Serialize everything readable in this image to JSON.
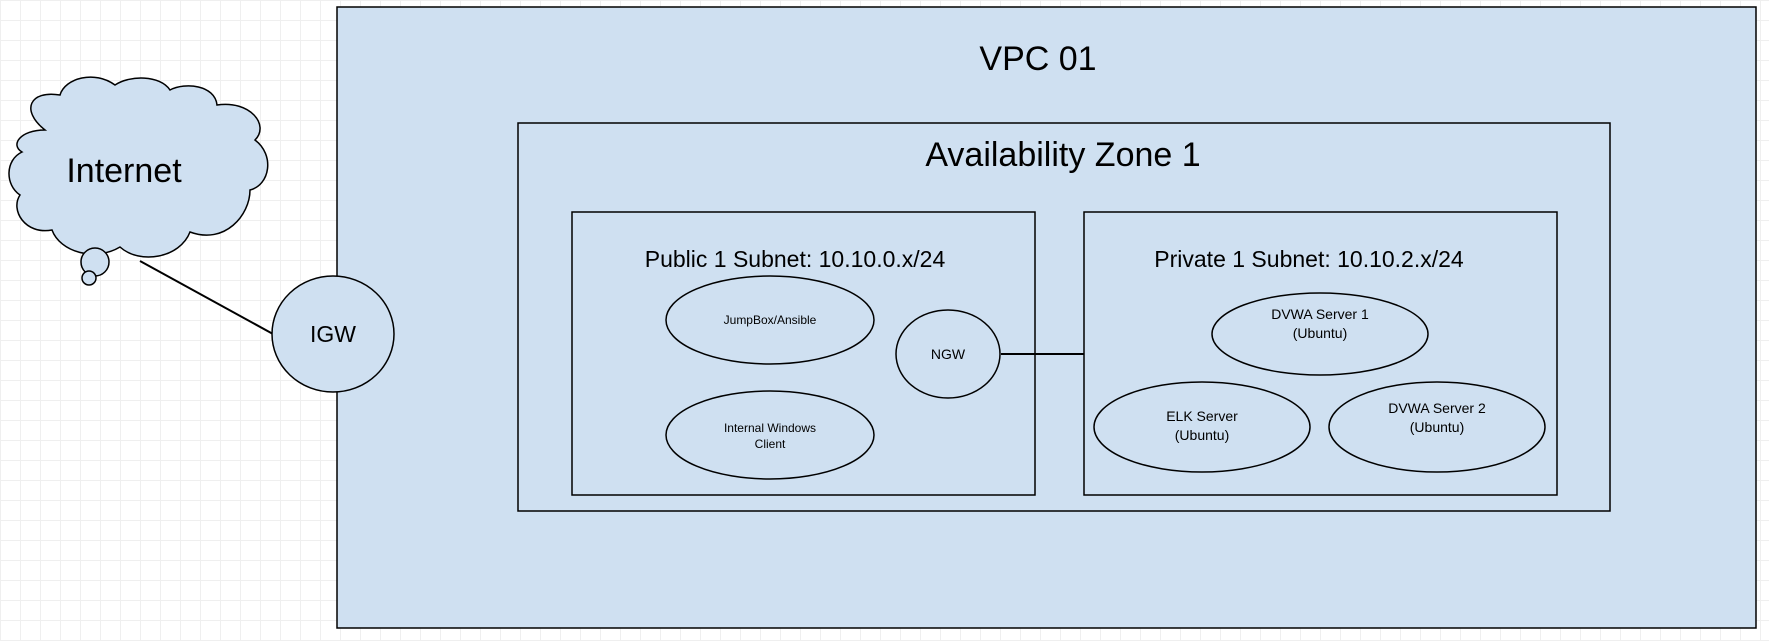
{
  "diagram": {
    "vpc": {
      "label": "VPC 01"
    },
    "availability_zone": {
      "label": "Availability Zone 1"
    },
    "public_subnet": {
      "label": "Public 1 Subnet: 10.10.0.x/24",
      "nodes": {
        "jumpbox": {
          "label": "JumpBox/Ansible"
        },
        "windows_client": {
          "line1": "Internal Windows",
          "line2": "Client"
        },
        "ngw": {
          "label": "NGW"
        }
      }
    },
    "private_subnet": {
      "label": "Private 1 Subnet: 10.10.2.x/24",
      "nodes": {
        "dvwa1": {
          "line1": "DVWA Server 1",
          "line2": "(Ubuntu)"
        },
        "elk": {
          "line1": "ELK Server",
          "line2": "(Ubuntu)"
        },
        "dvwa2": {
          "line1": "DVWA Server 2",
          "line2": "(Ubuntu)"
        }
      }
    },
    "internet": {
      "label": "Internet"
    },
    "igw": {
      "label": "IGW"
    }
  },
  "colors": {
    "fill": "#cfe0f1",
    "stroke": "#000000"
  }
}
